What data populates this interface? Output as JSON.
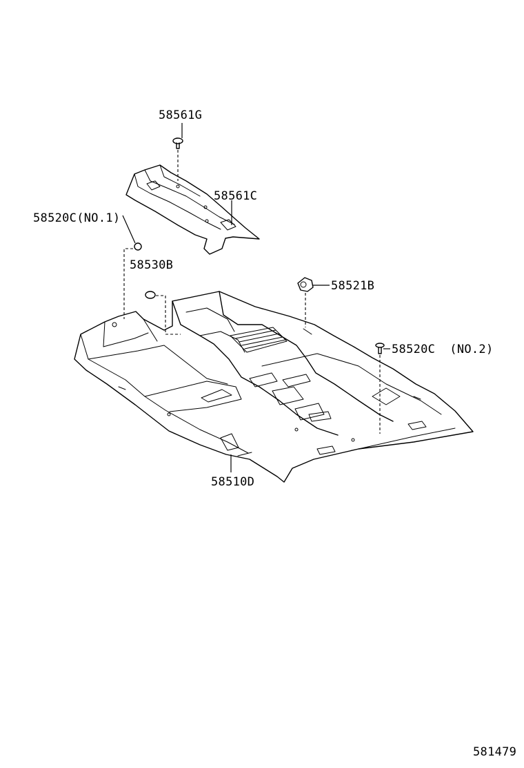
{
  "labels": {
    "rear_plate_clip": "58561G",
    "rear_floor_mat": "58561C",
    "clip_no1": "58520C(NO.1)",
    "hole_plug": "58530B",
    "clamp": "58521B",
    "clip_no2": "58520C  (NO.2)",
    "floor_carpet": "58510D"
  },
  "figure_number": "581479",
  "colors": {
    "line": "#000000",
    "background": "#ffffff"
  }
}
